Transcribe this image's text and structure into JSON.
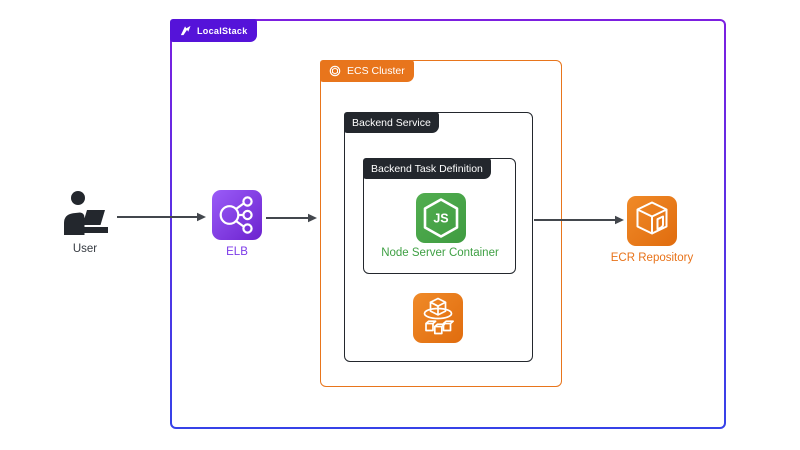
{
  "diagram": {
    "title": "LocalStack ECS architecture diagram",
    "containers": {
      "localstack": {
        "label": "LocalStack"
      },
      "ecs_cluster": {
        "label": "ECS Cluster"
      },
      "backend_service": {
        "label": "Backend Service"
      },
      "task_definition": {
        "label": "Backend Task Definition"
      }
    },
    "nodes": {
      "user": {
        "label": "User",
        "icon": "user-laptop-icon",
        "label_color": "#363b42"
      },
      "elb": {
        "label": "ELB",
        "icon": "load-balancer-icon",
        "label_color": "#7c3ae8"
      },
      "node_container": {
        "label": "Node Server Container",
        "icon": "nodejs-hexagon-icon",
        "label_color": "#3fa044"
      },
      "ecs_service": {
        "label": "",
        "icon": "ecs-containers-icon"
      },
      "ecr": {
        "label": "ECR Repository",
        "icon": "ecr-registry-icon",
        "label_color": "#e8731a"
      }
    },
    "icons": {
      "localstack-logo-icon": "white origami rocket glyph",
      "ecs-cluster-ring-icon": "white ring with hexagon",
      "user-laptop-icon": "black person at laptop silhouette",
      "load-balancer-icon": "circle branching to three nodes",
      "nodejs-hexagon-icon": "hexagon outline with JS letters",
      "ecs-containers-icon": "cube on orbit ellipse with three small cubes",
      "ecr-registry-icon": "isometric cube with folded tab"
    },
    "arrows": [
      {
        "from": "user",
        "to": "elb"
      },
      {
        "from": "elb",
        "to": "ecs_cluster"
      },
      {
        "from": "backend_service",
        "to": "ecr"
      }
    ],
    "colors": {
      "localstack_badge": "#5513d9",
      "localstack_border_top": "#7c1fe0",
      "localstack_border_bottom": "#3642e8",
      "aws_orange": "#e8751c",
      "dark_label": "#23272d",
      "node_green": "#47a247",
      "elb_purple": "#7c3ae8",
      "arrow_gray": "#43474d",
      "background": "#ffffff"
    }
  }
}
